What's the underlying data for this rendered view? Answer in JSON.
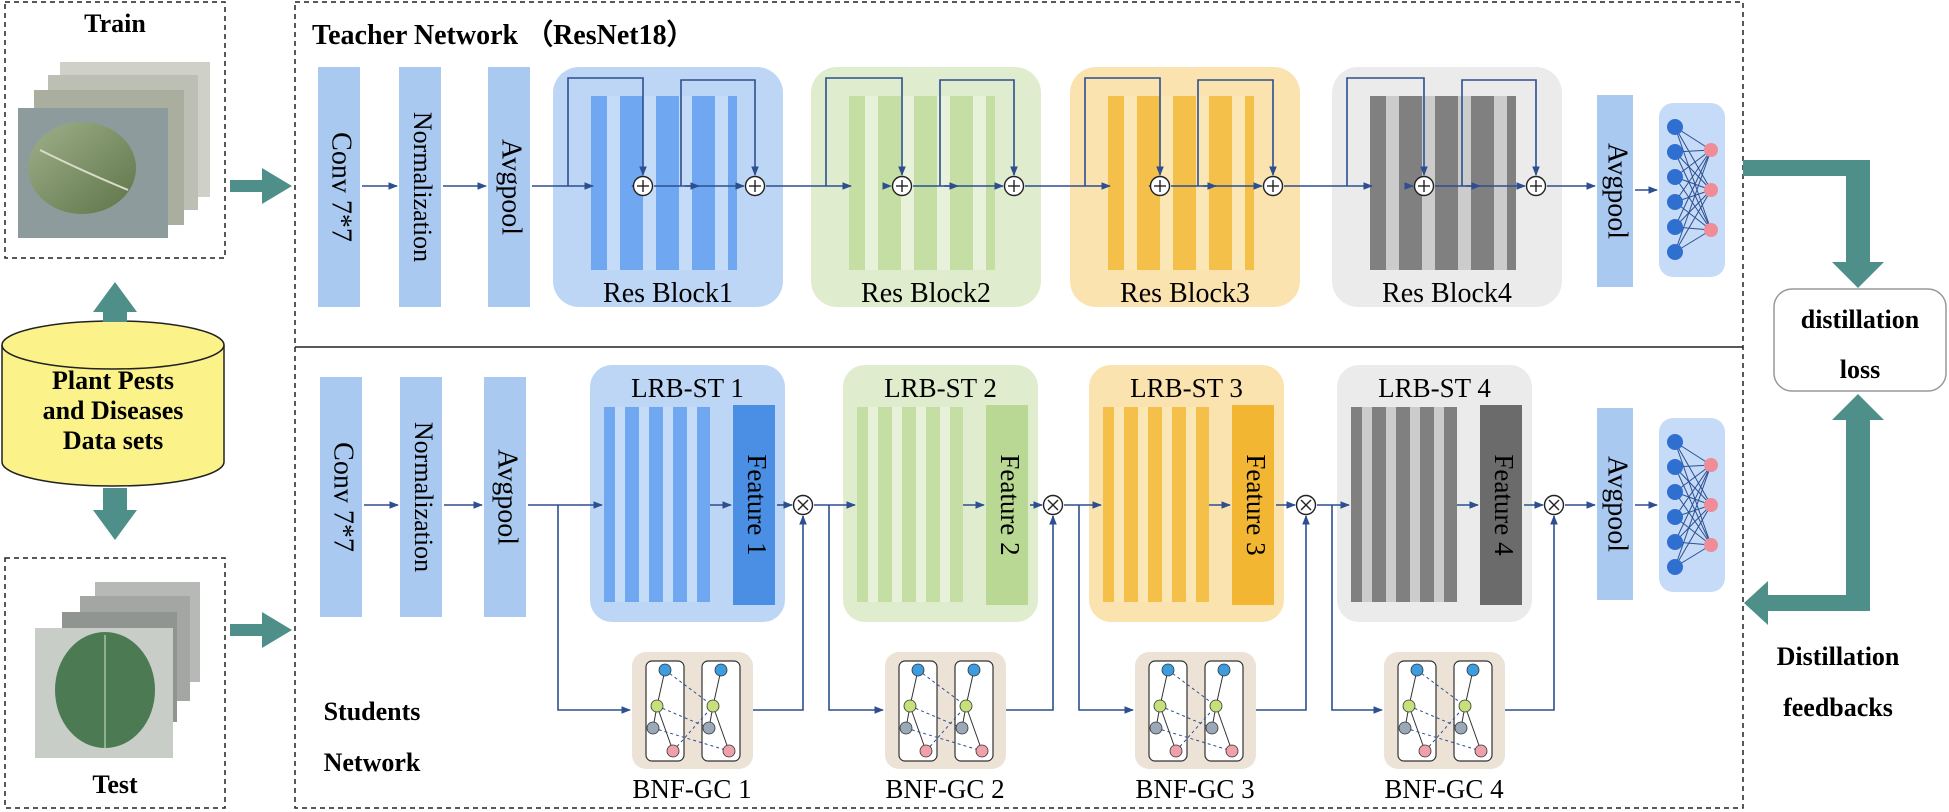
{
  "dataset": {
    "line1": "Plant Pests",
    "line2": "and Diseases",
    "line3": "Data sets"
  },
  "train_label": "Train",
  "test_label": "Test",
  "teacher": {
    "title": "Teacher Network （ResNet18）",
    "conv": "Conv 7*7",
    "norm": "Normalization",
    "pool": "Avgpool",
    "blocks": [
      "Res Block1",
      "Res Block2",
      "Res Block3",
      "Res Block4"
    ],
    "out_pool": "Avgpool"
  },
  "student": {
    "label_line1": "Students",
    "label_line2": "Network",
    "conv": "Conv 7*7",
    "norm": "Normalization",
    "pool": "Avgpool",
    "blocks": [
      "LRB-ST 1",
      "LRB-ST 2",
      "LRB-ST 3",
      "LRB-ST 4"
    ],
    "features": [
      "Feature 1",
      "Feature 2",
      "Feature 3",
      "Feature 4"
    ],
    "graphs": [
      "BNF-GC 1",
      "BNF-GC 2",
      "BNF-GC 3",
      "BNF-GC 4"
    ],
    "out_pool": "Avgpool"
  },
  "loss": {
    "line1": "distillation",
    "line2": "loss"
  },
  "feedback": {
    "line1": "Distillation",
    "line2": "feedbacks"
  },
  "colors": {
    "blue": "#a9c9f0",
    "blue_bg": "#bed6f5",
    "blue_bar": "#6fa8f0",
    "blue_feat": "#4a8fe3",
    "green_bg": "#dfeccd",
    "green_bar": "#c5dea3",
    "green_feat": "#b8d893",
    "orange_bg": "#fbe3b0",
    "orange_bar": "#f5c04a",
    "orange_feat": "#f2b632",
    "gray_bg": "#ebebeb",
    "gray_bar": "#808080",
    "gray_feat": "#6b6b6b",
    "teal": "#4f8f8a",
    "arrow": "#2d4f8f",
    "dataset": "#fbf38a"
  }
}
